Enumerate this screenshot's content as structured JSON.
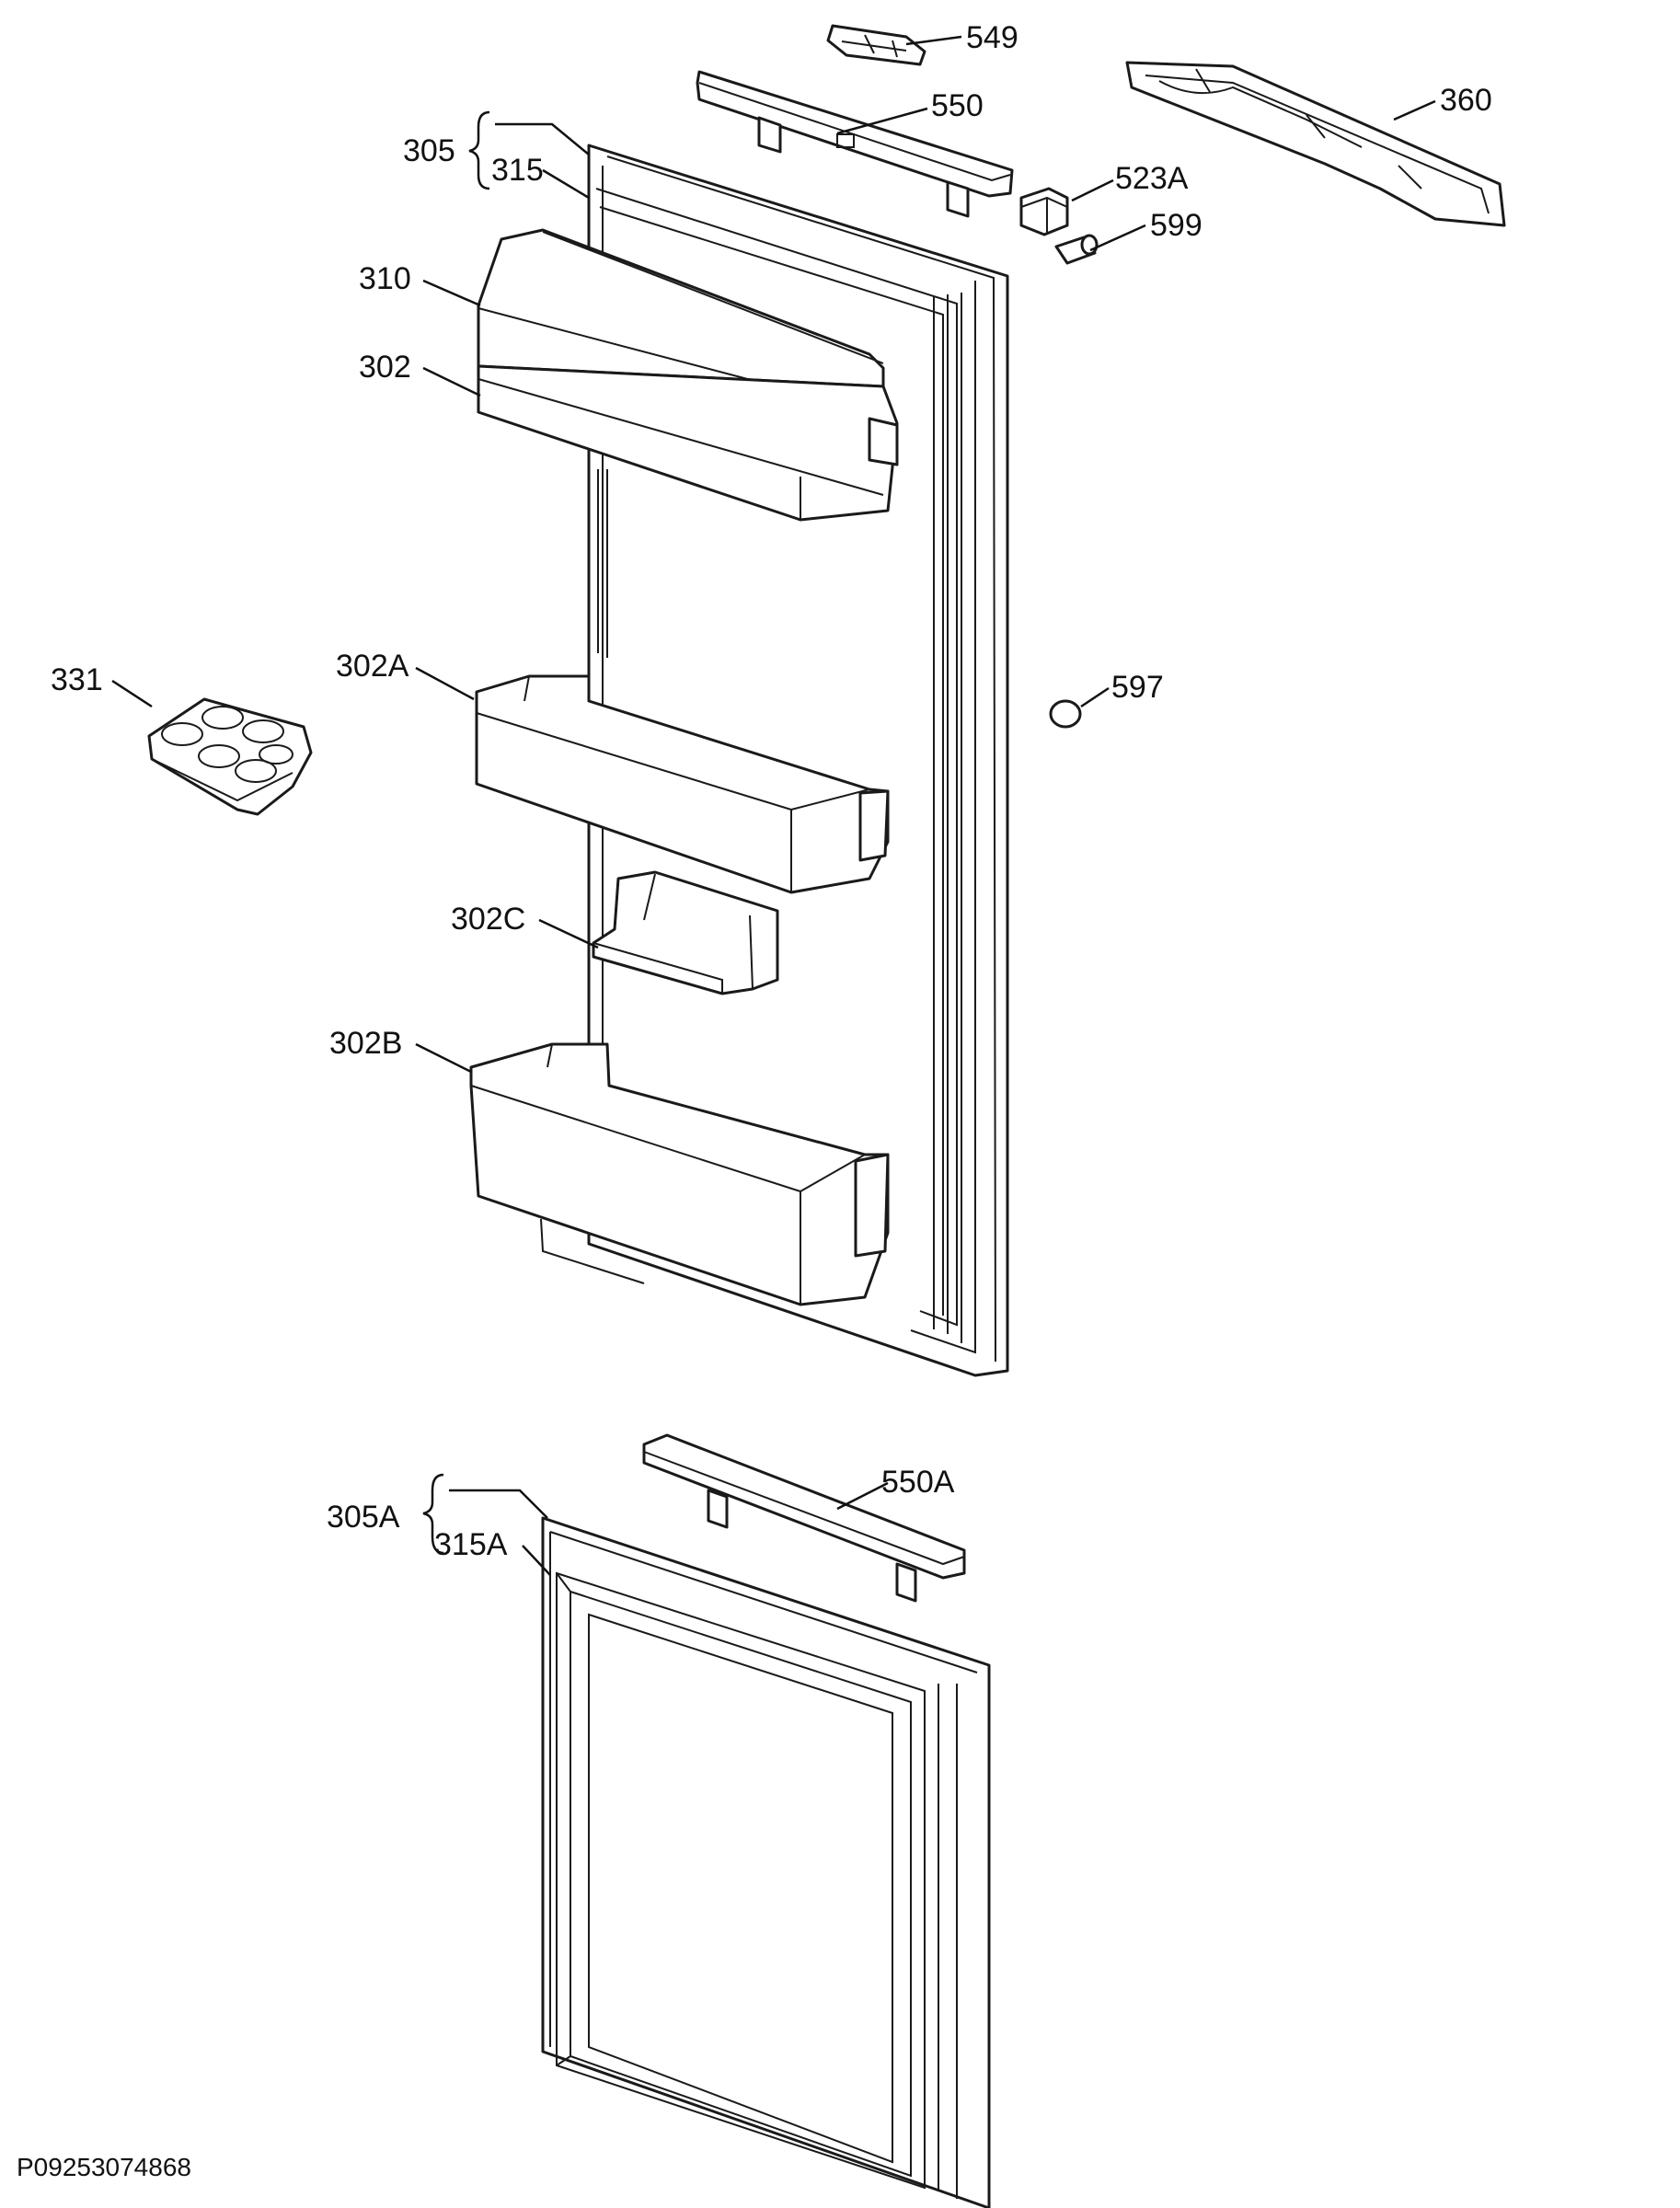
{
  "drawing_number": "P09253074868",
  "callouts": {
    "c549": "549",
    "c550": "550",
    "c360": "360",
    "c305": "305",
    "c315": "315",
    "c523a": "523A",
    "c599": "599",
    "c310": "310",
    "c302": "302",
    "c331": "331",
    "c302a": "302A",
    "c597": "597",
    "c302c": "302C",
    "c302b": "302B",
    "c305a": "305A",
    "c315a": "315A",
    "c550a": "550A"
  }
}
